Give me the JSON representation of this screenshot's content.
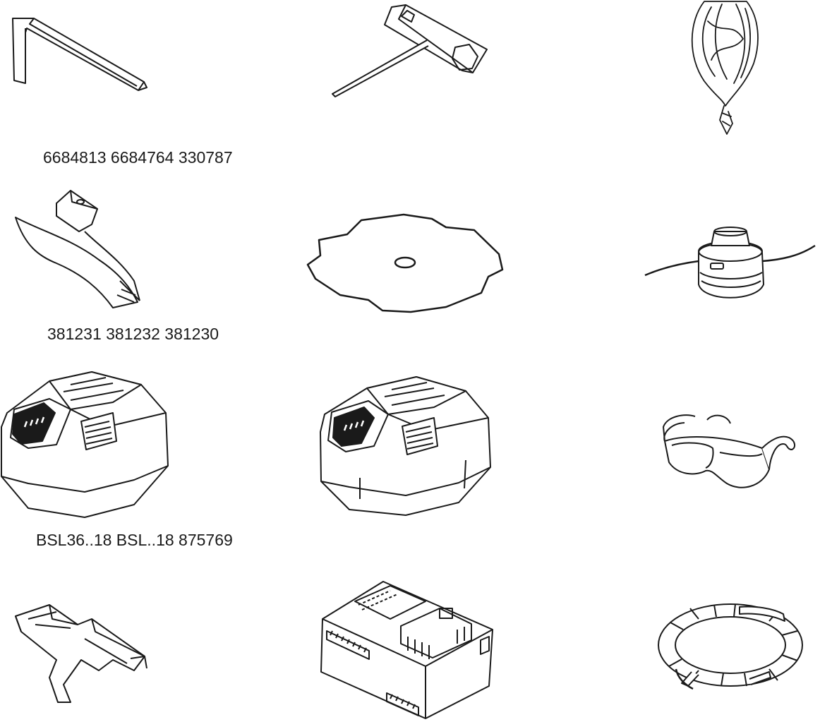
{
  "captions": {
    "row1": "6684813 6684764 330787",
    "row2": "381231 381232 381230",
    "row3": "BSL36..18 BSL..18 875769"
  },
  "illustrations": [
    "hex-key-icon",
    "spark-plug-wrench-icon",
    "shoulder-strap-icon",
    "blade-guard-icon",
    "cutting-blade-icon",
    "trimmer-head-icon",
    "battery-pack-large-icon",
    "battery-pack-icon",
    "safety-glasses-icon",
    "guard-extension-icon",
    "battery-charger-icon",
    "coiled-trimmer-line-icon"
  ]
}
